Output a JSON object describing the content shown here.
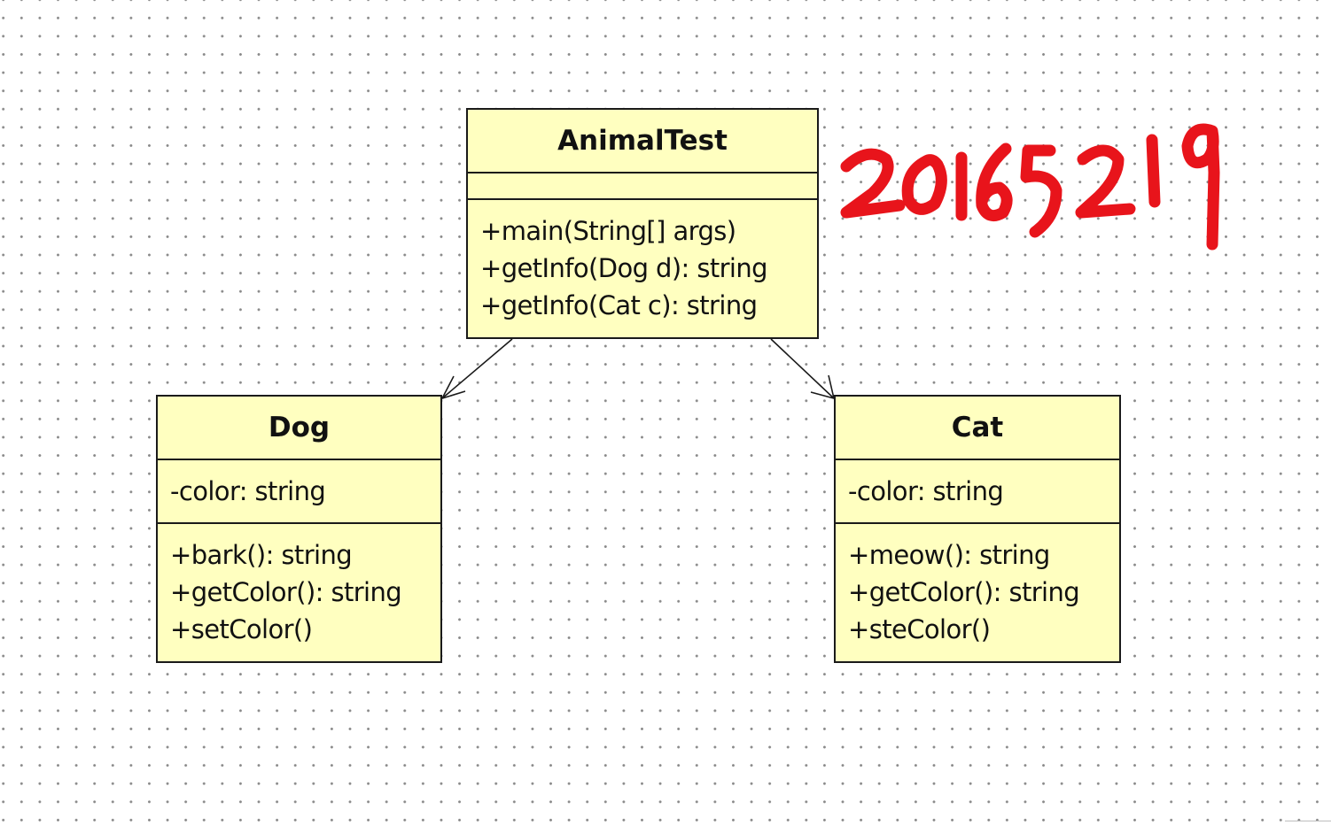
{
  "classes": {
    "animaltest": {
      "name": "AnimalTest",
      "attributes": [],
      "operations": [
        "+main(String[] args)",
        "+getInfo(Dog d): string",
        "+getInfo(Cat c): string"
      ]
    },
    "dog": {
      "name": "Dog",
      "attributes": [
        "-color: string"
      ],
      "operations": [
        "+bark(): string",
        "+getColor(): string",
        "+setColor()"
      ]
    },
    "cat": {
      "name": "Cat",
      "attributes": [
        "-color: string"
      ],
      "operations": [
        "+meow(): string",
        "+getColor(): string",
        "+steColor()"
      ]
    }
  },
  "relations": [
    {
      "from": "AnimalTest",
      "to": "Dog",
      "kind": "association-arrow"
    },
    {
      "from": "AnimalTest",
      "to": "Cat",
      "kind": "association-arrow"
    }
  ],
  "annotation": {
    "handwritten_text": "20165219",
    "color": "#e8141b"
  },
  "colors": {
    "class_fill": "#ffffc0",
    "class_border": "#1a1a1a",
    "grid_dot": "#8a8a8a",
    "background": "#ffffff"
  }
}
